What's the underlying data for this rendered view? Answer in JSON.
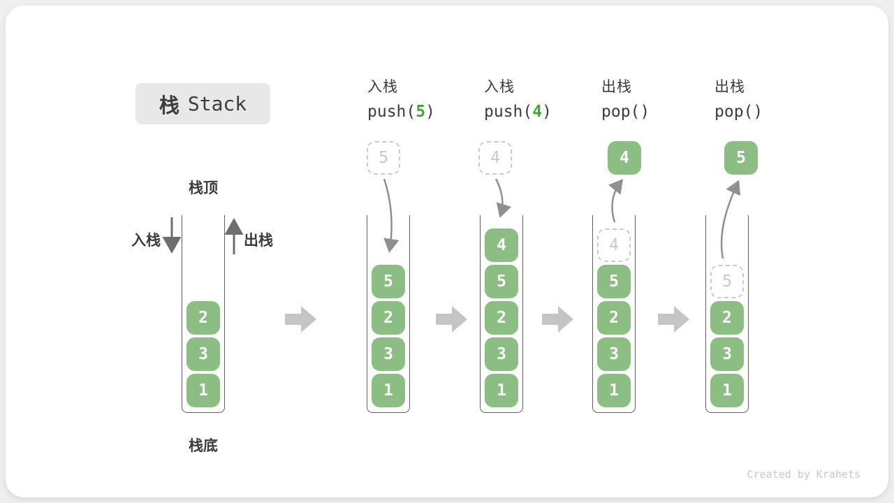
{
  "title": {
    "cjk": "栈",
    "latin": "Stack"
  },
  "base": {
    "top_label": "栈顶",
    "bottom_label": "栈底",
    "push_label": "入栈",
    "pop_label": "出栈"
  },
  "stages": [
    {
      "items": [
        {
          "value": "2"
        },
        {
          "value": "3"
        },
        {
          "value": "1"
        }
      ]
    },
    {
      "op_name": "入栈",
      "code_pre": "push(",
      "code_arg": "5",
      "code_post": ")",
      "float_value": "5",
      "items": [
        {
          "value": "5"
        },
        {
          "value": "2"
        },
        {
          "value": "3"
        },
        {
          "value": "1"
        }
      ]
    },
    {
      "op_name": "入栈",
      "code_pre": "push(",
      "code_arg": "4",
      "code_post": ")",
      "float_value": "4",
      "items": [
        {
          "value": "4"
        },
        {
          "value": "5"
        },
        {
          "value": "2"
        },
        {
          "value": "3"
        },
        {
          "value": "1"
        }
      ]
    },
    {
      "op_name": "出栈",
      "code_pre": "pop()",
      "code_arg": "",
      "code_post": "",
      "float_value": "4",
      "items": [
        {
          "value": "4"
        },
        {
          "value": "5"
        },
        {
          "value": "2"
        },
        {
          "value": "3"
        },
        {
          "value": "1"
        }
      ]
    },
    {
      "op_name": "出栈",
      "code_pre": "pop()",
      "code_arg": "",
      "code_post": "",
      "float_value": "5",
      "items": [
        {
          "value": "5"
        },
        {
          "value": "2"
        },
        {
          "value": "3"
        },
        {
          "value": "1"
        }
      ]
    }
  ],
  "watermark": "Created by Krahets",
  "colors": {
    "box_green": "#8cbe84",
    "code_arg_green": "#4f9e43",
    "ghost_gray": "#cbcbcb",
    "arrow_gray": "#8f8f8f",
    "block_arrow_gray": "#c5c5c5",
    "text_dark": "#3c3c3c",
    "title_bg": "#e8e8e8"
  }
}
